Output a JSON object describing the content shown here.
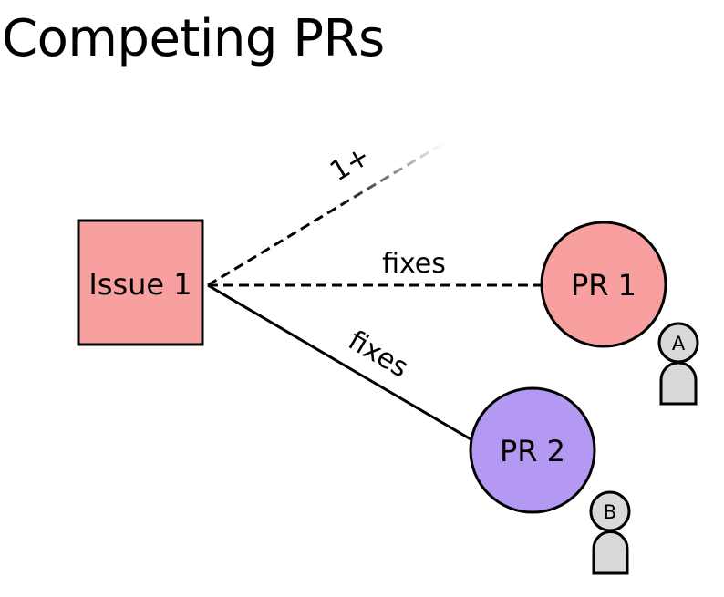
{
  "title": "Competing PRs",
  "nodes": {
    "issue": {
      "label": "Issue 1",
      "fill": "#f8a0a0"
    },
    "pr1": {
      "label": "PR 1",
      "fill": "#f8a0a0"
    },
    "pr2": {
      "label": "PR 2",
      "fill": "#b399f2"
    }
  },
  "edges": {
    "more": {
      "label": "1+",
      "style": "dashed-fading"
    },
    "issue_pr1": {
      "label": "fixes",
      "style": "dashed"
    },
    "issue_pr2": {
      "label": "fixes",
      "style": "solid"
    }
  },
  "users": {
    "a": {
      "letter": "A",
      "fill": "#d9d9d9"
    },
    "b": {
      "letter": "B",
      "fill": "#d9d9d9"
    }
  },
  "colors": {
    "stroke": "#000000"
  }
}
